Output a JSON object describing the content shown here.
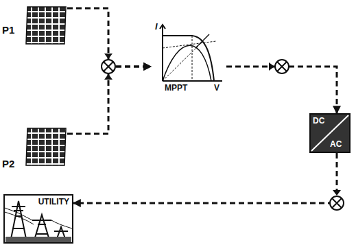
{
  "diagram": {
    "nodes": [
      {
        "text": [
          "P1"
        ]
      },
      {
        "text": [
          "P2"
        ]
      },
      {
        "text": [
          "I",
          "MPPT",
          "V"
        ]
      },
      {
        "text": [
          "DC",
          "AC"
        ]
      },
      {
        "text": [
          "UTILITY"
        ]
      }
    ],
    "edges": [
      {
        "from": 0,
        "to": 2,
        "arrow": "to"
      },
      {
        "from": 1,
        "to": 2,
        "arrow": "to"
      },
      {
        "from": 2,
        "to": 3,
        "arrow": "to"
      },
      {
        "from": 3,
        "to": 4,
        "arrow": "to"
      }
    ]
  }
}
